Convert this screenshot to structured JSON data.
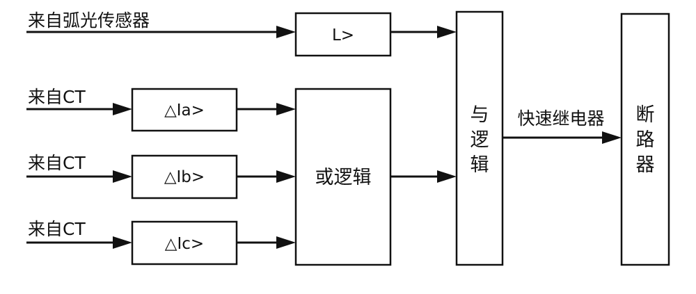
{
  "diagram": {
    "inputs": {
      "arc_sensor": "来自弧光传感器",
      "ct_a": "来自CT",
      "ct_b": "来自CT",
      "ct_c": "来自CT"
    },
    "blocks": {
      "light": "L>",
      "ia": "△Ia>",
      "ib": "△Ib>",
      "ic": "△Ic>",
      "or_logic": "或逻辑",
      "and_logic": [
        "与",
        "逻",
        "辑"
      ],
      "breaker": [
        "断",
        "路",
        "器"
      ]
    },
    "signals": {
      "fast_relay": "快速继电器"
    }
  }
}
